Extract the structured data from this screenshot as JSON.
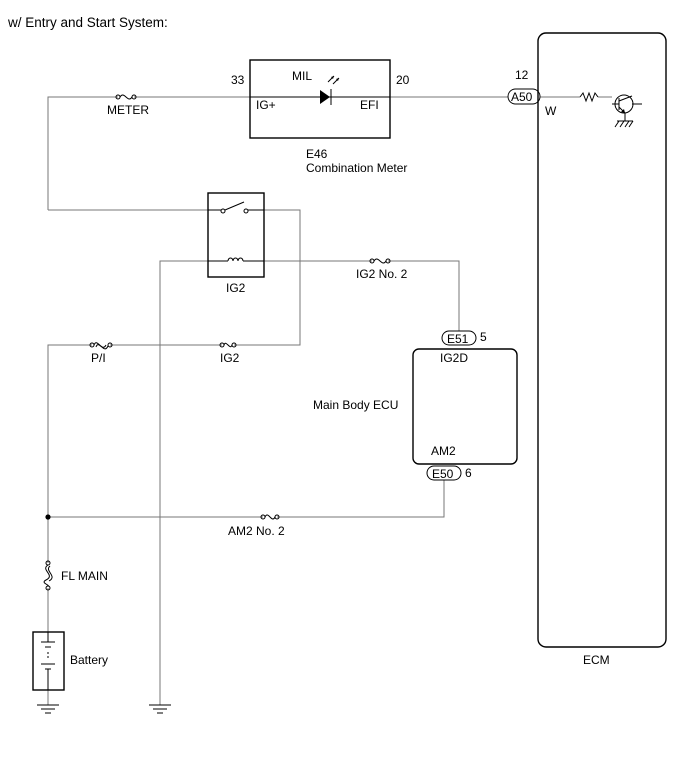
{
  "header": "w/ Entry and Start System:",
  "combination_meter": {
    "pin_ig": "33",
    "pin_efi": "20",
    "mil_label": "MIL",
    "ig_label": "IG+",
    "efi_label": "EFI",
    "connector": "E46",
    "name": "Combination Meter"
  },
  "ecm": {
    "pin": "12",
    "connector": "A50",
    "wire_color": "W",
    "name": "ECM"
  },
  "fuses": {
    "meter": "METER",
    "ig2_no2": "IG2 No. 2",
    "pi": "P/I",
    "ig2": "IG2",
    "am2_no2": "AM2 No. 2",
    "fl_main": "FL MAIN"
  },
  "relay": {
    "name": "IG2"
  },
  "main_body_ecu": {
    "name": "Main Body ECU",
    "connector_top": "E51",
    "pin_top": "5",
    "ig2d_label": "IG2D",
    "am2_label": "AM2",
    "connector_bottom": "E50",
    "pin_bottom": "6"
  },
  "battery": {
    "name": "Battery"
  }
}
